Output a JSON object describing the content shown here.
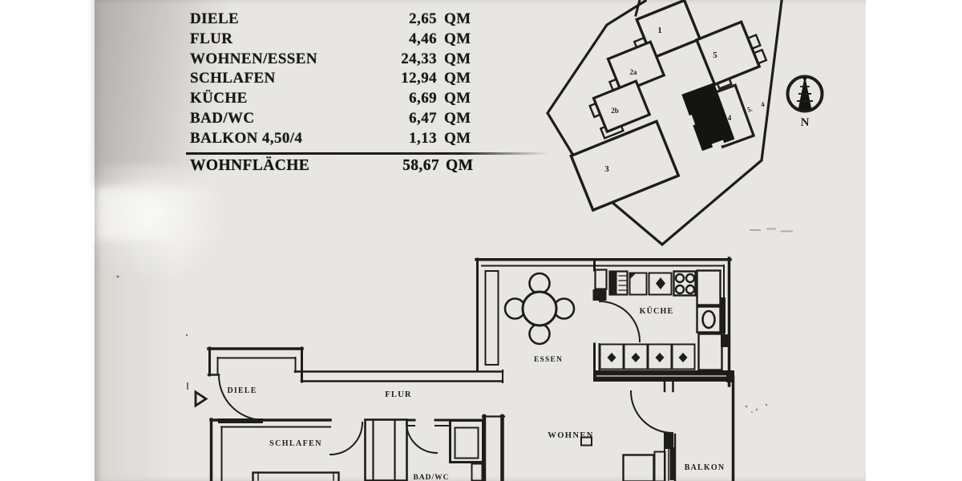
{
  "document": {
    "type_note": "scanned apartment floor plan page"
  },
  "area_table": {
    "rows": [
      {
        "label": "DIELE",
        "value": "2,65",
        "unit": "QM"
      },
      {
        "label": "FLUR",
        "value": "4,46",
        "unit": "QM"
      },
      {
        "label": "WOHNEN/ESSEN",
        "value": "24,33",
        "unit": "QM"
      },
      {
        "label": "SCHLAFEN",
        "value": "12,94",
        "unit": "QM"
      },
      {
        "label": "KÜCHE",
        "value": "6,69",
        "unit": "QM"
      },
      {
        "label": "BAD/WC",
        "value": "6,47",
        "unit": "QM"
      },
      {
        "label": "BALKON 4,50/4",
        "value": "1,13",
        "unit": "QM"
      }
    ],
    "total_row": {
      "label": "WOHNFLÄCHE",
      "value": "58,67",
      "unit": "QM"
    }
  },
  "site_plan": {
    "building_labels": [
      "1",
      "5",
      "2a",
      "2b",
      "3",
      "4"
    ],
    "street_numbers": [
      "5.",
      "4"
    ],
    "compass": "N"
  },
  "floor_plan": {
    "room_labels": [
      "DIELE",
      "FLUR",
      "SCHLAFEN",
      "BAD/WC",
      "ESSEN",
      "KÜCHE",
      "WOHNEN",
      "BALKON"
    ]
  },
  "colors": {
    "ink": "#1e1d19",
    "paper": "#e8e6e2"
  }
}
